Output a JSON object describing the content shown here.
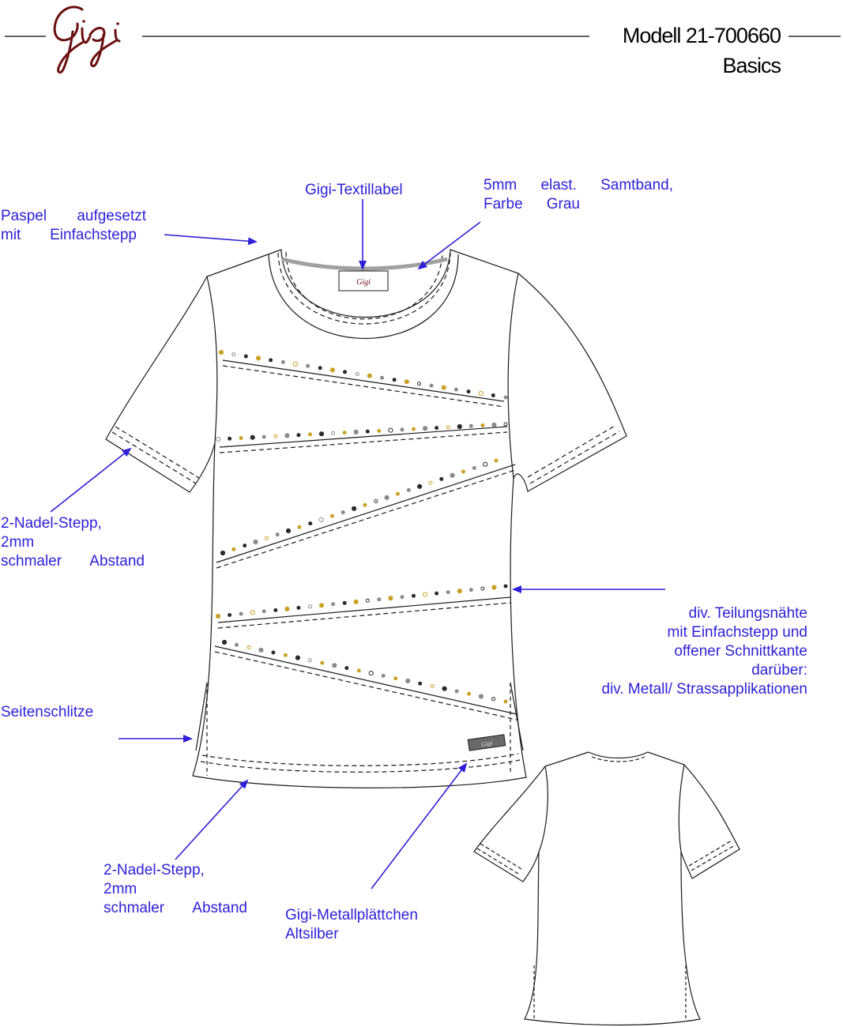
{
  "header": {
    "brand": "Gigi",
    "model": "Modell 21-700660",
    "collection": "Basics"
  },
  "colors": {
    "annotation": "#2f1fd6",
    "brand": "#6b1010",
    "outline": "#1a1a1a",
    "stud_gold": "#c9a227",
    "stud_dark": "#2b2b2b",
    "stud_grey": "#8a8a8a"
  },
  "annotations": {
    "textile_label": "Gigi-Textillabel",
    "velvet_tape": [
      "5mm elast. Samtband,",
      "Farbe Grau"
    ],
    "piping": [
      "Paspel aufgesetzt",
      "mit Einfachstepp"
    ],
    "sleeve_stitch": [
      "2-Nadel-Stepp,",
      "2mm",
      "schmaler Abstand"
    ],
    "division_seams": [
      "div. Teilungsnähte",
      "mit Einfachstepp und",
      "offener Schnittkante",
      "darüber:",
      "div. Metall/ Strassapplikationen"
    ],
    "side_slits": "Seitenschlitze",
    "hem_stitch": [
      "2-Nadel-Stepp,",
      "2mm",
      "schmaler Abstand"
    ],
    "metal_plate": [
      "Gigi-Metallplättchen",
      "Altsilber"
    ]
  },
  "garment": {
    "label_text": "Gigi",
    "plate_text": "Gigi"
  }
}
